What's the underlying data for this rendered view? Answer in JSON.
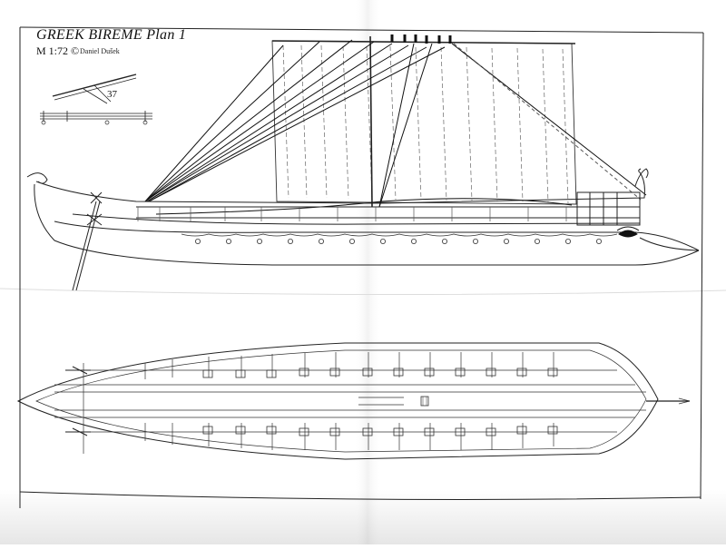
{
  "sheet": {
    "title": "GREEK BIREME Plan 1",
    "scale": "M 1:72 ©",
    "author": "Daniel Dušek",
    "part_number": "37"
  },
  "colors": {
    "paper": "#ffffff",
    "shadow": "#e9e9e9",
    "ink": "#111111",
    "fine_line": "#555555",
    "dashed_line": "#777777"
  },
  "icons": {
    "scale_detail": "rudder-oar-detail-icon",
    "eye": "prow-eye-icon"
  }
}
